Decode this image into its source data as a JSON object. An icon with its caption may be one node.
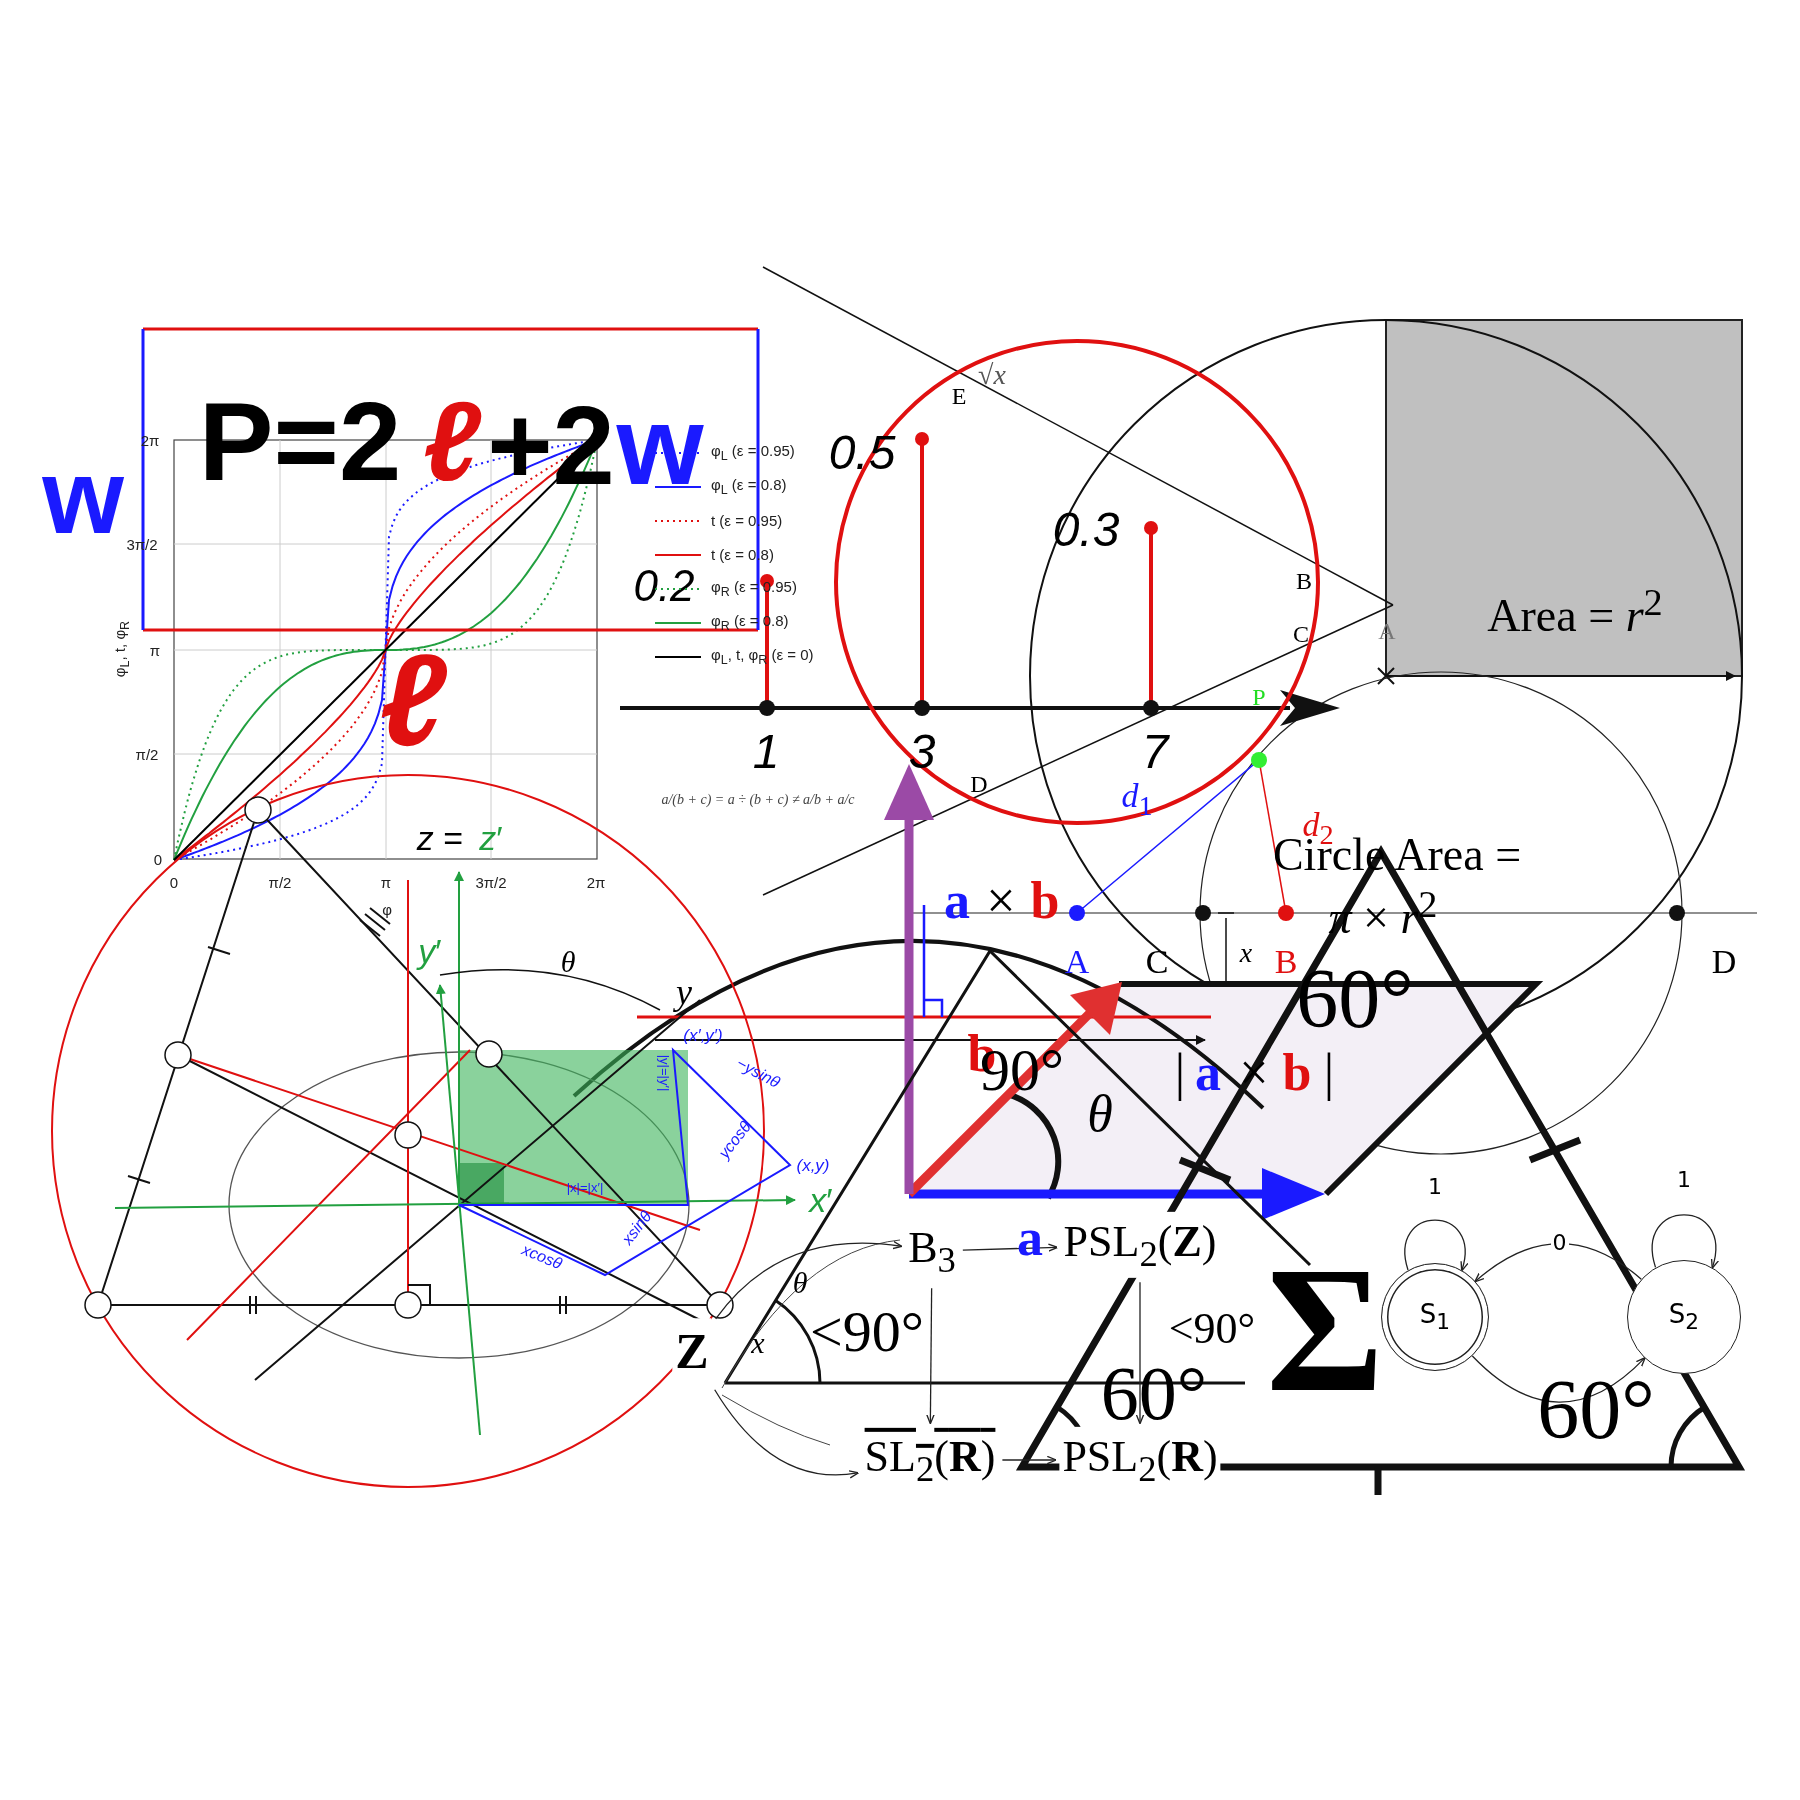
{
  "diagram": {
    "nodes": [
      {
        "text": [
          "B$_{3}$"
        ]
      },
      {
        "text": [
          "PSL$_{2}$(**Z**)"
        ]
      },
      {
        "text": [
          "SL$_{2}$(**R**)"
        ]
      },
      {
        "text": [
          "PSL$_{2}$(**R**)"
        ]
      },
      {
        "text": [
          "Z"
        ]
      },
      {
        "text": [
          "S$_{1}$"
        ]
      },
      {
        "text": [
          "S$_{2}$"
        ]
      }
    ],
    "edges": [
      {
        "from": 0,
        "to": 1,
        "arrow": "to"
      },
      {
        "from": 0,
        "to": 2,
        "arrow": "to"
      },
      {
        "from": 1,
        "to": 3,
        "arrow": "to"
      },
      {
        "from": 2,
        "to": 3,
        "arrow": "to"
      },
      {
        "from": 4,
        "to": 0,
        "arrow": "to"
      },
      {
        "from": 4,
        "to": 2,
        "arrow": "to"
      },
      {
        "from": 5,
        "to": 5,
        "arrow": "to",
        "label": "1"
      },
      {
        "from": 6,
        "to": 6,
        "arrow": "to",
        "label": "1"
      },
      {
        "from": 6,
        "to": 5,
        "arrow": "to",
        "label": "0"
      },
      {
        "from": 5,
        "to": 6,
        "arrow": "to"
      }
    ],
    "labels": [
      "w",
      "P=2",
      "ℓ",
      "+2",
      "w",
      "ℓ",
      "2π",
      "3π/2",
      "π",
      "π/2",
      "0",
      "0",
      "π/2",
      "π",
      "3π/2",
      "2π",
      "φ$_{L}$, t, φ$_{R}$",
      "φ",
      "0.5",
      "0.3",
      "0.2",
      "1",
      "3",
      "7",
      "a/(b + c) = a ÷ (b + c) ≠ a/b + a/c",
      "E",
      "√x",
      "B",
      "C",
      "A",
      "D",
      "P",
      "Area = *r*$^{2}$",
      "*d*$_{1}$",
      "*d*$_{2}$",
      "Circle Area =",
      "*π* × *r*$^{2}$",
      "a",
      "×",
      "b",
      "A",
      "C",
      "x",
      "B",
      "D",
      "60°",
      "b",
      "90°",
      "θ",
      "|",
      "a",
      "×",
      "b",
      "|",
      "a",
      "<90°",
      "<90°",
      "Σ",
      "60°",
      "60°",
      "*z* =",
      "*z*′",
      "*y*′",
      "θ",
      "*y*",
      "*x*′",
      "(x′,y′)",
      "(x,y)",
      "−ysinθ",
      "ycosθ",
      "|y|=|y′|",
      "|x|=|x′|",
      "xsinθ",
      "xcosθ",
      "θ",
      "x"
    ],
    "legend": [
      {
        "text": "φ$_{L}$  (ε = 0.95)"
      },
      {
        "text": "φ$_{L}$  (ε = 0.8)"
      },
      {
        "text": "t  (ε = 0.95)"
      },
      {
        "text": "t  (ε = 0.8)"
      },
      {
        "text": "φ$_{R}$  (ε = 0.95)"
      },
      {
        "text": "φ$_{R}$  (ε = 0.8)"
      },
      {
        "text": "φ$_{L}$, t, φ$_{R}$  (ε = 0)"
      }
    ]
  }
}
